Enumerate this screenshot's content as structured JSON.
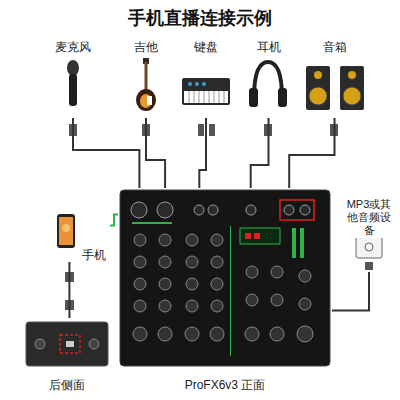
{
  "diagram": {
    "title": "手机直播连接示例",
    "nodes": [
      {
        "text": [
          "麦克风"
        ]
      },
      {
        "text": [
          "吉他"
        ]
      },
      {
        "text": [
          "键盘"
        ]
      },
      {
        "text": [
          "耳机"
        ]
      },
      {
        "text": [
          "音箱"
        ]
      },
      {
        "text": [
          "MP3或其他音频设备"
        ]
      },
      {
        "text": [
          "手机"
        ]
      },
      {
        "text": [
          "ProFX6v3 正面"
        ]
      },
      {
        "text": [
          "后侧面"
        ]
      }
    ],
    "edges": [
      {
        "from": 0,
        "to": 7,
        "arrow": "none"
      },
      {
        "from": 1,
        "to": 7,
        "arrow": "none"
      },
      {
        "from": 2,
        "to": 7,
        "arrow": "none"
      },
      {
        "from": 7,
        "to": 3,
        "arrow": "none"
      },
      {
        "from": 7,
        "to": 4,
        "arrow": "none"
      },
      {
        "from": 5,
        "to": 7,
        "arrow": "none"
      },
      {
        "from": 6,
        "to": 7,
        "arrow": "none"
      },
      {
        "from": 6,
        "to": 8,
        "arrow": "none"
      }
    ]
  }
}
